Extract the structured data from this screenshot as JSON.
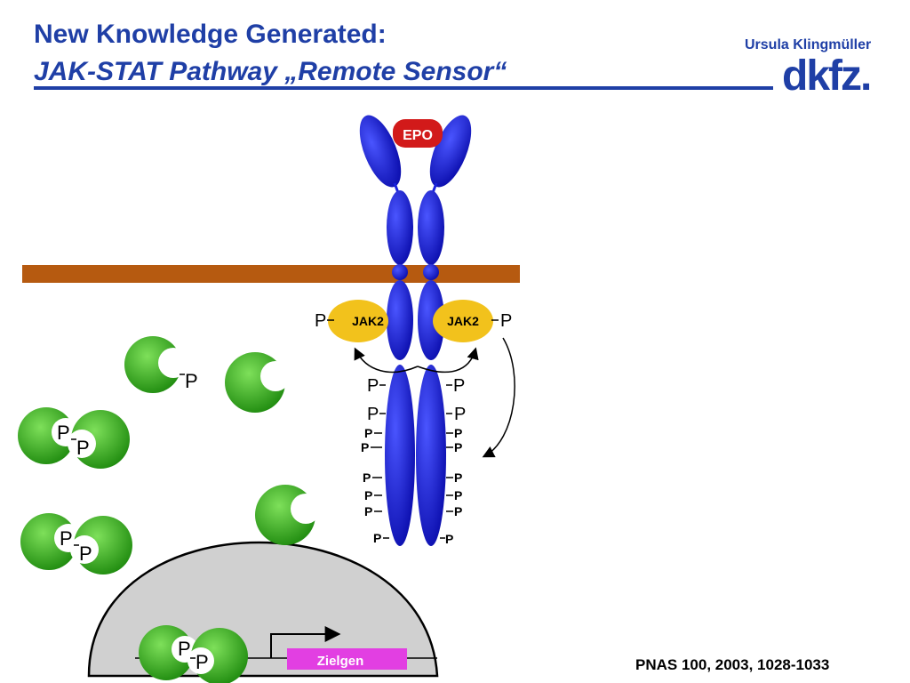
{
  "header": {
    "title_line1": "New Knowledge Generated:",
    "title_line2": "JAK-STAT Pathway „Remote Sensor“",
    "author": "Ursula Klingmüller",
    "logo_text": "dkfz."
  },
  "diagram": {
    "ligand_label": "EPO",
    "kinase_left_label": "JAK2",
    "kinase_right_label": "JAK2",
    "phospho_label": "P",
    "gene_label": "Zielgen"
  },
  "citation": "PNAS 100, 2003, 1028-1033",
  "colors": {
    "title_blue": "#1f3fa6",
    "receptor_blue": "#1a22dd",
    "membrane_brown": "#b65a10",
    "stat_green": "#33b41a",
    "jak_yellow": "#f2c21c",
    "epo_red": "#d21a1a",
    "gene_magenta": "#e23fe2",
    "nucleus_gray": "#d0d0d0"
  }
}
